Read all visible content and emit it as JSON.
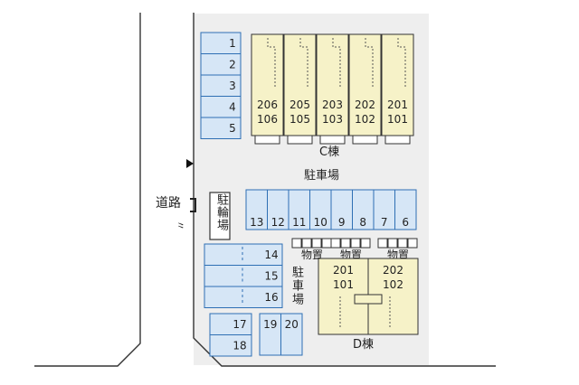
{
  "site": {
    "road_label": "道路",
    "bike_parking_label": "駐輪場",
    "parking_label": "駐車場",
    "storage_label": "物置"
  },
  "building_c": {
    "label": "C棟",
    "units": [
      {
        "upper": "206",
        "lower": "106"
      },
      {
        "upper": "205",
        "lower": "105"
      },
      {
        "upper": "203",
        "lower": "103"
      },
      {
        "upper": "202",
        "lower": "102"
      },
      {
        "upper": "201",
        "lower": "101"
      }
    ]
  },
  "building_d": {
    "label": "D棟",
    "units": [
      {
        "upper": "201",
        "lower": "101"
      },
      {
        "upper": "202",
        "lower": "102"
      }
    ]
  },
  "parking": {
    "left_column": [
      "1",
      "2",
      "3",
      "4",
      "5"
    ],
    "middle_row": [
      "13",
      "12",
      "11",
      "10",
      "9",
      "8",
      "7",
      "6"
    ],
    "lower_wide": [
      "14",
      "15",
      "16"
    ],
    "bottom_left": [
      "17",
      "18"
    ],
    "bottom_pair": [
      "19",
      "20"
    ]
  },
  "colors": {
    "site_bg": "#eeeeee",
    "parking_fill": "#d6e6f6",
    "parking_stroke": "#2e6fb4",
    "building_fill": "#f6f2c8",
    "outline": "#333333"
  }
}
